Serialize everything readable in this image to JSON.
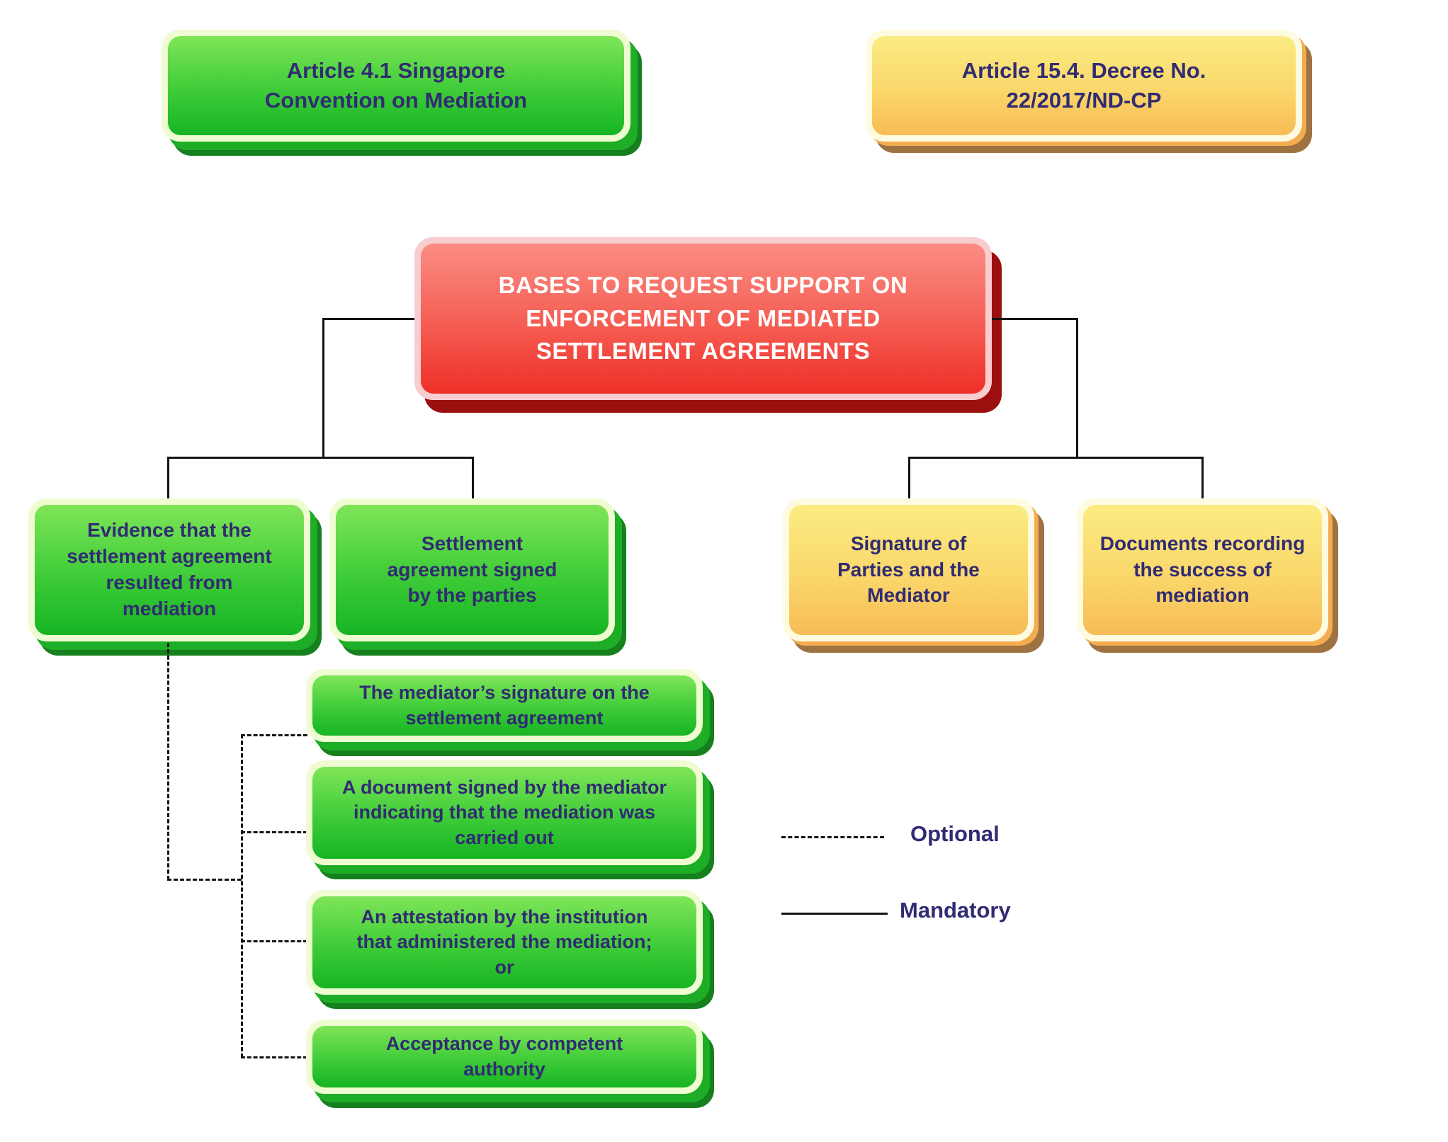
{
  "sources": {
    "left": "Article 4.1 Singapore Convention on Mediation",
    "right": "Article 15.4. Decree No. 22/2017/ND-CP"
  },
  "root": {
    "label": "BASES TO REQUEST SUPPORT ON ENFORCEMENT OF MEDIATED SETTLEMENT AGREEMENTS"
  },
  "left_branch": {
    "items": [
      {
        "label": "Evidence that the settlement agreement resulted from mediation"
      },
      {
        "label": "Settlement agreement signed by the parties"
      }
    ]
  },
  "right_branch": {
    "items": [
      {
        "label": "Signature of Parties and the Mediator"
      },
      {
        "label": "Documents recording the success of mediation"
      }
    ]
  },
  "evidence_options": {
    "items": [
      {
        "label": "The mediator’s signature on the settlement agreement"
      },
      {
        "label": "A document signed by the mediator indicating that the mediation was carried out"
      },
      {
        "label": "An attestation by the institution that administered the mediation; or"
      },
      {
        "label": "Acceptance by competent authority"
      }
    ]
  },
  "legend": {
    "optional_label": "Optional",
    "mandatory_label": "Mandatory"
  },
  "colors": {
    "green_top": "#7FE558",
    "green_bottom": "#16B424",
    "green_border": "#EFFBD1",
    "green_shadow_light": "#1EAD27",
    "green_shadow_dark": "#15801D",
    "yellow_top": "#FBEC82",
    "yellow_bottom": "#F7BC55",
    "yellow_border": "#FFFBE0",
    "yellow_shadow_light": "#F3AC4F",
    "yellow_shadow_dark": "#9E7241",
    "red_top": "#FA8D84",
    "red_bottom": "#EF2F28",
    "red_border": "#F8CDD0",
    "red_shadow": "#9B100F",
    "text_navy": "#312B72",
    "line_black": "#141414"
  }
}
